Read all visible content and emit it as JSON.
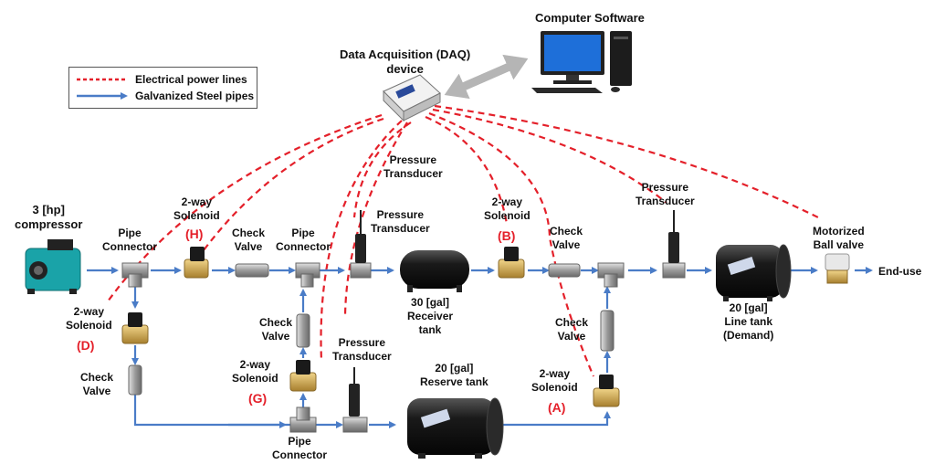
{
  "legend": {
    "electrical": "Electrical power lines",
    "pipes": "Galvanized Steel pipes"
  },
  "colors": {
    "electrical": "#e4202a",
    "pipes": "#4a7cc7",
    "tank": "#1a1a1a",
    "valve": "#9a9a9a",
    "brass": "#c9a04a"
  },
  "labels": {
    "computer": "Computer Software",
    "daq": "Data Acquisition (DAQ)\ndevice",
    "compressor": "3 [hp]\ncompressor",
    "pipe_connector_1": "Pipe\nConnector",
    "solenoid_h": "2-way\nSolenoid",
    "id_h": "(H)",
    "check_valve_1": "Check\nValve",
    "pipe_connector_2": "Pipe\nConnector",
    "pressure_transducer_top": "Pressure\nTransducer",
    "pressure_transducer_1": "Pressure\nTransducer",
    "receiver_tank": "30 [gal]\nReceiver\ntank",
    "solenoid_b": "2-way\nSolenoid",
    "id_b": "(B)",
    "check_valve_2": "Check\nValve",
    "pressure_transducer_2": "Pressure\nTransducer",
    "line_tank": "20 [gal]\nLine tank\n(Demand)",
    "ball_valve": "Motorized\nBall valve",
    "end_use": "End-use",
    "solenoid_d": "2-way\nSolenoid",
    "id_d": "(D)",
    "check_valve_d": "Check\nValve",
    "check_valve_g": "Check\nValve",
    "solenoid_g": "2-way\nSolenoid",
    "id_g": "(G)",
    "pressure_transducer_3": "Pressure\nTransducer",
    "reserve_tank": "20 [gal]\nReserve tank",
    "pipe_connector_3": "Pipe\nConnector",
    "check_valve_a": "Check\nValve",
    "solenoid_a": "2-way\nSolenoid",
    "id_a": "(A)"
  }
}
